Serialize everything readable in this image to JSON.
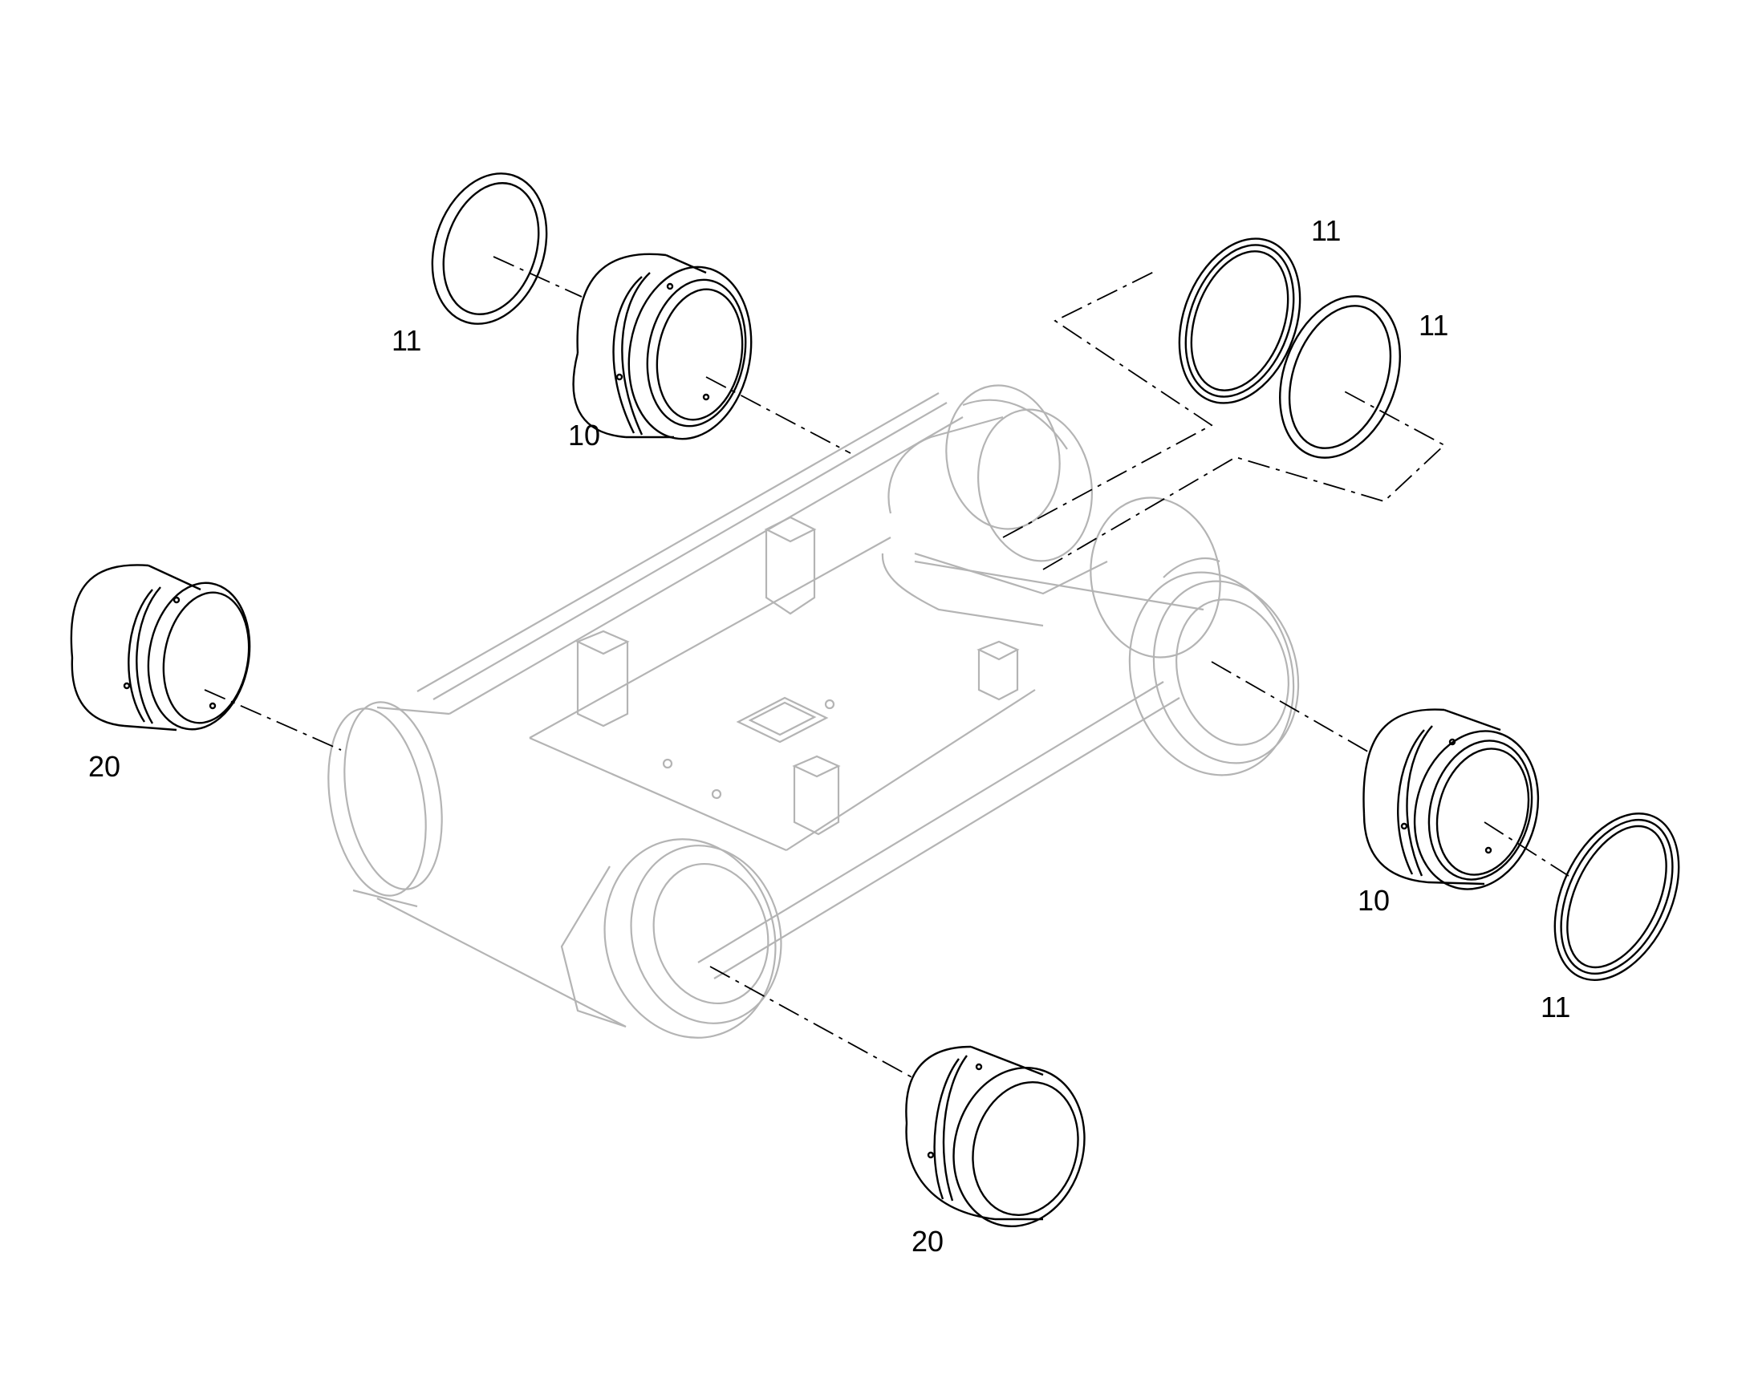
{
  "diagram": {
    "labels": {
      "ring_top_left": "11",
      "bushing_top_left": "10",
      "ring_top_right_a": "11",
      "ring_top_right_b": "11",
      "bushing_left": "20",
      "bushing_right": "10",
      "ring_bottom_right": "11",
      "bushing_bottom": "20"
    },
    "colors": {
      "parts": "#000000",
      "frame": "#b4b4b4",
      "background": "#ffffff"
    }
  }
}
